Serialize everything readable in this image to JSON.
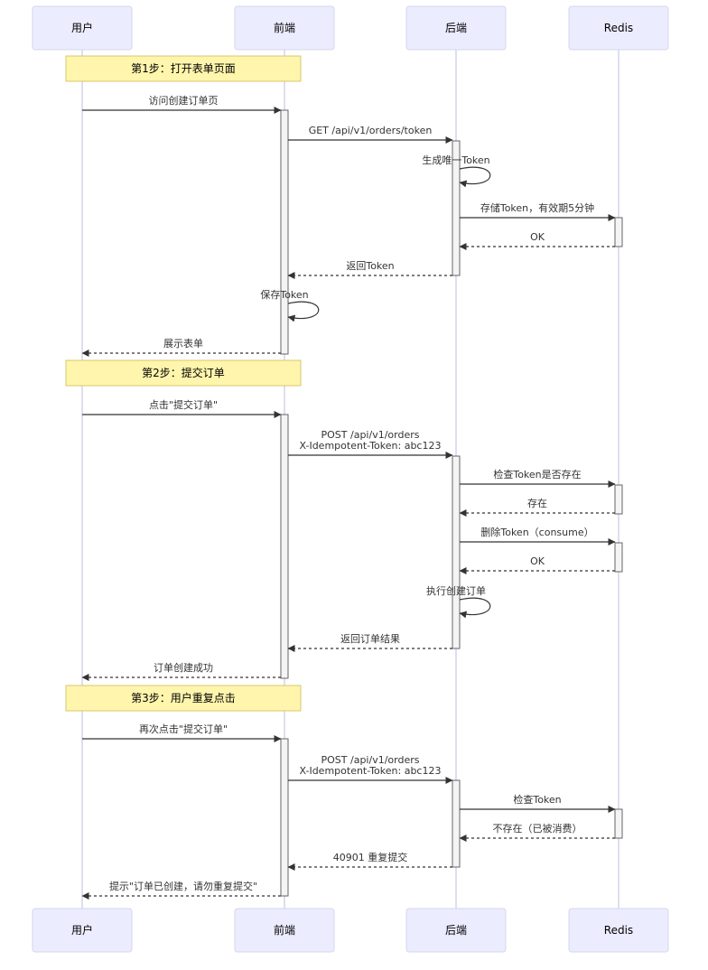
{
  "participants": [
    {
      "id": "user",
      "label": "用户"
    },
    {
      "id": "fe",
      "label": "前端"
    },
    {
      "id": "be",
      "label": "后端"
    },
    {
      "id": "redis",
      "label": "Redis"
    }
  ],
  "notes": [
    {
      "label": "第1步：打开表单页面"
    },
    {
      "label": "第2步：提交订单"
    },
    {
      "label": "第3步：用户重复点击"
    }
  ],
  "messages": [
    {
      "from": "user",
      "to": "fe",
      "lines": [
        "访问创建订单页"
      ],
      "style": "solid"
    },
    {
      "from": "fe",
      "to": "be",
      "lines": [
        "GET /api/v1/orders/token"
      ],
      "style": "solid"
    },
    {
      "from": "be",
      "to": "be",
      "lines": [
        "生成唯一Token"
      ],
      "style": "solid"
    },
    {
      "from": "be",
      "to": "redis",
      "lines": [
        "存储Token，有效期5分钟"
      ],
      "style": "solid"
    },
    {
      "from": "redis",
      "to": "be",
      "lines": [
        "OK"
      ],
      "style": "dashed"
    },
    {
      "from": "be",
      "to": "fe",
      "lines": [
        "返回Token"
      ],
      "style": "dashed"
    },
    {
      "from": "fe",
      "to": "fe",
      "lines": [
        "保存Token"
      ],
      "style": "solid"
    },
    {
      "from": "fe",
      "to": "user",
      "lines": [
        "展示表单"
      ],
      "style": "dashed"
    },
    {
      "from": "user",
      "to": "fe",
      "lines": [
        "点击\"提交订单\""
      ],
      "style": "solid"
    },
    {
      "from": "fe",
      "to": "be",
      "lines": [
        "POST /api/v1/orders",
        "X-Idempotent-Token: abc123"
      ],
      "style": "solid"
    },
    {
      "from": "be",
      "to": "redis",
      "lines": [
        "检查Token是否存在"
      ],
      "style": "solid"
    },
    {
      "from": "redis",
      "to": "be",
      "lines": [
        "存在"
      ],
      "style": "dashed"
    },
    {
      "from": "be",
      "to": "redis",
      "lines": [
        "删除Token（consume）"
      ],
      "style": "solid"
    },
    {
      "from": "redis",
      "to": "be",
      "lines": [
        "OK"
      ],
      "style": "dashed"
    },
    {
      "from": "be",
      "to": "be",
      "lines": [
        "执行创建订单"
      ],
      "style": "solid"
    },
    {
      "from": "be",
      "to": "fe",
      "lines": [
        "返回订单结果"
      ],
      "style": "dashed"
    },
    {
      "from": "fe",
      "to": "user",
      "lines": [
        "订单创建成功"
      ],
      "style": "dashed"
    },
    {
      "from": "user",
      "to": "fe",
      "lines": [
        "再次点击\"提交订单\""
      ],
      "style": "solid"
    },
    {
      "from": "fe",
      "to": "be",
      "lines": [
        "POST /api/v1/orders",
        "X-Idempotent-Token: abc123"
      ],
      "style": "solid"
    },
    {
      "from": "be",
      "to": "redis",
      "lines": [
        "检查Token"
      ],
      "style": "solid"
    },
    {
      "from": "redis",
      "to": "be",
      "lines": [
        "不存在（已被消费）"
      ],
      "style": "dashed"
    },
    {
      "from": "be",
      "to": "fe",
      "lines": [
        "40901 重复提交"
      ],
      "style": "dashed"
    },
    {
      "from": "fe",
      "to": "user",
      "lines": [
        "提示\"订单已创建，请勿重复提交\""
      ],
      "style": "dashed"
    }
  ]
}
